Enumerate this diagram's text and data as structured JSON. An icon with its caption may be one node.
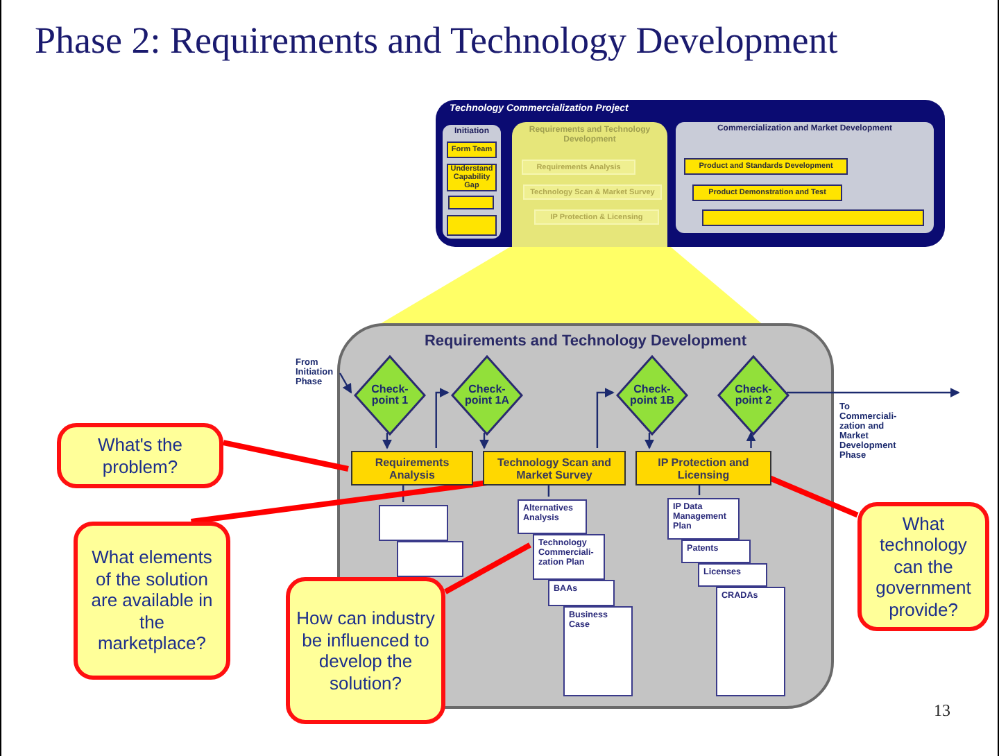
{
  "diagram": {
    "title": "Phase 2: Requirements and Technology Development",
    "nodes": [
      {
        "text": [
          "Technology Commercialization Project"
        ]
      },
      {
        "text": [
          "Initiation"
        ],
        "in": 0
      },
      {
        "text": [
          "Form Team"
        ],
        "in": 1
      },
      {
        "text": [
          "Understand Capability Gap"
        ],
        "in": 1
      },
      {
        "text": [],
        "shape": "box",
        "in": 1
      },
      {
        "text": [],
        "shape": "box",
        "in": 1
      },
      {
        "text": [
          "Requirements and Technology Development"
        ],
        "in": 0
      },
      {
        "text": [
          "Requirements Analysis"
        ],
        "in": 6
      },
      {
        "text": [
          "Technology Scan & Market Survey"
        ],
        "in": 6
      },
      {
        "text": [
          "IP Protection & Licensing"
        ],
        "in": 6
      },
      {
        "text": [
          "Commercialization and Market Development"
        ],
        "in": 0
      },
      {
        "text": [
          "Product and Standards Development"
        ],
        "in": 10
      },
      {
        "text": [
          "Product Demonstration and Test"
        ],
        "in": 10
      },
      {
        "text": [],
        "shape": "box",
        "in": 10
      },
      {
        "text": [
          "Requirements and Technology Development"
        ]
      },
      {
        "text": [
          "Check-point 1"
        ],
        "in": 14
      },
      {
        "text": [
          "Check-point 1A"
        ],
        "in": 14
      },
      {
        "text": [
          "Check-point 1B"
        ],
        "in": 14
      },
      {
        "text": [
          "Check-point 2"
        ],
        "in": 14
      },
      {
        "text": [
          "Requirements Analysis"
        ],
        "in": 14
      },
      {
        "text": [
          "Technology Scan and Market Survey"
        ],
        "in": 14
      },
      {
        "text": [
          "IP Protection and Licensing"
        ],
        "in": 14
      },
      {
        "text": [],
        "shape": "box",
        "in": 14
      },
      {
        "text": [],
        "shape": "box",
        "in": 14
      },
      {
        "text": [
          "Alternatives Analysis"
        ],
        "in": 14
      },
      {
        "text": [
          "Technology Commerciali-zation Plan"
        ],
        "in": 14
      },
      {
        "text": [
          "BAAs"
        ],
        "in": 14
      },
      {
        "text": [
          "Business Case"
        ],
        "in": 14
      },
      {
        "text": [
          "IP Data Management Plan"
        ],
        "in": 14
      },
      {
        "text": [
          "Patents"
        ],
        "in": 14
      },
      {
        "text": [
          "Licenses"
        ],
        "in": 14
      },
      {
        "text": [
          "CRADAs"
        ],
        "in": 14
      },
      {
        "text": [
          "What's the problem?"
        ]
      },
      {
        "text": [
          "What elements of the solution are available in the marketplace?"
        ]
      },
      {
        "text": [
          "How can industry be influenced to develop the solution?"
        ]
      },
      {
        "text": [
          "What technology can the government provide?"
        ]
      },
      {
        "text": [
          "From Initiation Phase"
        ]
      }
    ],
    "edges": [
      {
        "from": 36,
        "to": 15,
        "arrow": "to"
      },
      {
        "from": 15,
        "to": 19,
        "arrow": "to"
      },
      {
        "from": 19,
        "to": 16,
        "arrow": "to"
      },
      {
        "from": 16,
        "to": 20,
        "arrow": "to"
      },
      {
        "from": 20,
        "to": 17,
        "arrow": "to"
      },
      {
        "from": 17,
        "to": 21,
        "arrow": "to"
      },
      {
        "from": 21,
        "to": 18,
        "arrow": "to"
      },
      {
        "from": 18,
        "to": null,
        "arrow": "to"
      },
      {
        "from": 19,
        "to": 22,
        "arrow": "none"
      },
      {
        "from": 20,
        "to": 24,
        "arrow": "none"
      },
      {
        "from": 21,
        "to": 28,
        "arrow": "none"
      },
      {
        "from": 32,
        "to": 19,
        "arrow": "none",
        "style": "thick",
        "color": "#ff0000"
      },
      {
        "from": 33,
        "to": 20,
        "arrow": "none",
        "style": "thick",
        "color": "#ff0000"
      },
      {
        "from": 34,
        "to": 25,
        "arrow": "none",
        "style": "thick",
        "color": "#ff0000"
      },
      {
        "from": 35,
        "to": 21,
        "arrow": "none",
        "style": "thick",
        "color": "#ff0000"
      }
    ],
    "labels": [
      "To Commerciali-zation and Market Development Phase",
      "13"
    ]
  }
}
